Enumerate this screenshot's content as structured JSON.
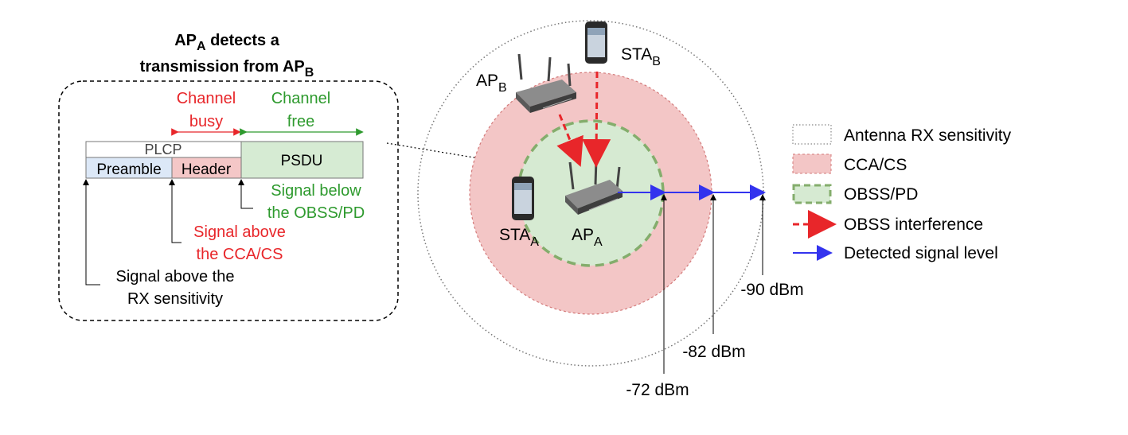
{
  "left_panel": {
    "title_line1_main": "AP",
    "title_line1_sub": "A",
    "title_line1_rest": " detects a",
    "title_line2_main": "transmission from AP",
    "title_line2_sub": "B",
    "channel_busy_line1": "Channel",
    "channel_busy_line2": "busy",
    "channel_free_line1": "Channel",
    "channel_free_line2": "free",
    "plcp_label": "PLCP",
    "preamble_label": "Preamble",
    "header_label": "Header",
    "psdu_label": "PSDU",
    "signal_obss_line1": "Signal below",
    "signal_obss_line2": "the OBSS/PD",
    "signal_cca_line1": "Signal above",
    "signal_cca_line2": "the CCA/CS",
    "signal_rx_line1": "Signal above the",
    "signal_rx_line2": "RX sensitivity"
  },
  "nodes": {
    "ap_a": {
      "main": "AP",
      "sub": "A"
    },
    "ap_b": {
      "main": "AP",
      "sub": "B"
    },
    "sta_a": {
      "main": "STA",
      "sub": "A"
    },
    "sta_b": {
      "main": "STA",
      "sub": "B"
    }
  },
  "levels": {
    "obss_pd": "-72 dBm",
    "cca_cs": "-82 dBm",
    "rx_sensitivity": "-90 dBm"
  },
  "legend": {
    "rx_sensitivity": "Antenna RX sensitivity",
    "cca_cs": "CCA/CS",
    "obss_pd": "OBSS/PD",
    "interference": "OBSS interference",
    "detected": "Detected signal level"
  },
  "colors": {
    "red": "#e8262a",
    "green": "#2e9a2e",
    "blue": "#3333ee",
    "cca_fill": "#f3c6c6",
    "obss_fill": "#d6ead2",
    "preamble_fill": "#dce8f7",
    "header_fill": "#f4c7c7",
    "psdu_fill": "#d6ebd3"
  }
}
